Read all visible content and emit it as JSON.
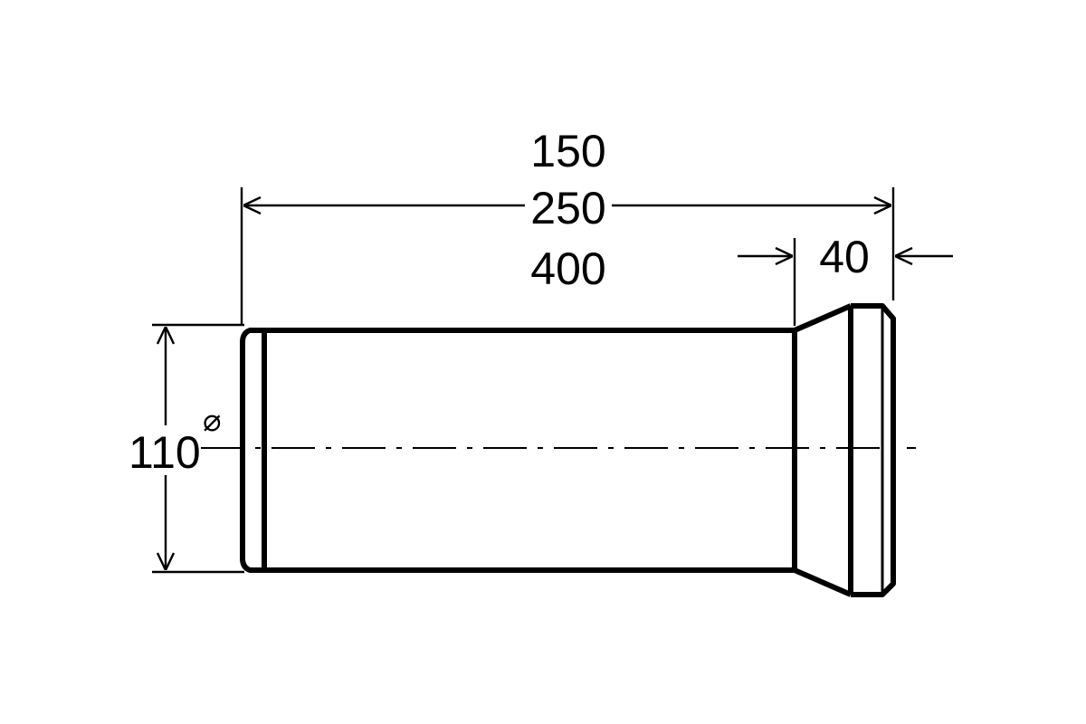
{
  "drawing": {
    "line_color": "#000000",
    "background_color": "#ffffff",
    "length_options": [
      "150",
      "250",
      "400"
    ],
    "socket_length": "40",
    "diameter": {
      "value": "110",
      "symbol": "⌀"
    }
  }
}
